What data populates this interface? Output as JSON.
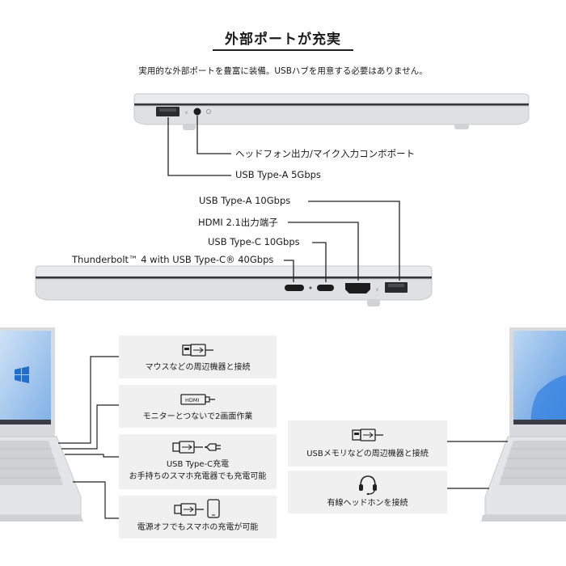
{
  "header": {
    "title": "外部ポートが充実",
    "subtitle": "実用的な外部ポートを豊富に装備。USBハブを用意する必要はありません。"
  },
  "ports_side1": [
    {
      "label": "ヘッドフォン出力/マイク入力コンボポート"
    },
    {
      "label": "USB Type-A 5Gbps"
    }
  ],
  "ports_side2": [
    {
      "label": "USB Type-A 10Gbps"
    },
    {
      "label": "HDMI 2.1出力端子"
    },
    {
      "label": "USB Type-C 10Gbps"
    },
    {
      "label": "Thunderbolt™ 4 with USB Type-C® 40Gbps"
    }
  ],
  "cards_left": [
    {
      "icon": "usb-a-plug-icon",
      "lines": [
        "マウスなどの周辺機器と接続"
      ]
    },
    {
      "icon": "hdmi-plug-icon",
      "lines": [
        "モニターとつないで2画面作業"
      ]
    },
    {
      "icon": "usb-c-power-plug-icon",
      "lines": [
        "USB Type-C充電",
        "お手持ちのスマホ充電器でも充電可能"
      ]
    },
    {
      "icon": "usb-phone-icon",
      "lines": [
        "電源オフでもスマホの充電が可能"
      ]
    }
  ],
  "cards_right": [
    {
      "icon": "usb-a-plug-icon",
      "lines": [
        "USBメモリなどの周辺機器と接続"
      ]
    },
    {
      "icon": "headset-icon",
      "lines": [
        "有線ヘッドホンを接続"
      ]
    }
  ],
  "hdmi_icon_text": "HDMI"
}
